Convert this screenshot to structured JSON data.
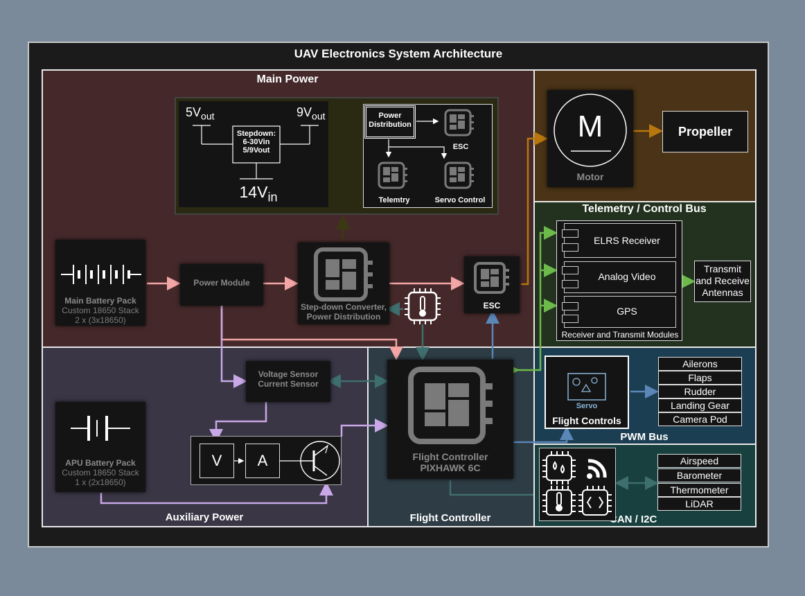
{
  "diagram": {
    "title": "UAV Electronics System Architecture",
    "regions": {
      "main_power": "Main Power",
      "auxiliary_power": "Auxiliary Power",
      "flight_controller": "Flight Controller",
      "telemetry_bus": "Telemetry / Control Bus",
      "pwm_bus": "PWM Bus",
      "can_i2c": "CAN / I2C"
    },
    "main_battery": {
      "name": "Main Battery Pack",
      "line1": "Custom 18650 Stack",
      "line2": "2 x (3x18650)"
    },
    "power_module": "Power Module",
    "stepdown": {
      "line1": "Step-down Converter,",
      "line2": "Power Distribution"
    },
    "esc_main": "ESC",
    "motor": {
      "symbol": "M",
      "label": "Motor"
    },
    "propeller": "Propeller",
    "stepdown_detail": {
      "v5": "5V",
      "v5_sub": "out",
      "v9": "9V",
      "v9_sub": "out",
      "chip": [
        "Stepdown:",
        "6-30Vin",
        "5/9Vout"
      ],
      "v14": "14V",
      "v14_sub": "in"
    },
    "power_distribution": {
      "box": [
        "Power",
        "Distribution"
      ],
      "esc": "ESC",
      "telemetry": "Telemtry",
      "servo": "Servo Control"
    },
    "telemetry_modules": {
      "items": [
        "ELRS Receiver",
        "Analog Video",
        "GPS"
      ],
      "caption": "Receiver and Transmit Modules",
      "antennas": [
        "Transmit",
        "and Receive",
        "Antennas"
      ]
    },
    "voltage_sensor": [
      "Voltage Sensor",
      "Current Sensor"
    ],
    "meters": {
      "v": "V",
      "a": "A"
    },
    "apu_battery": {
      "name": "APU Battery Pack",
      "line1": "Custom 18650 Stack",
      "line2": "1 x (2x18650)"
    },
    "flight_controller": {
      "name": "Flight Controller",
      "model": "PIXHAWK 6C"
    },
    "servo": {
      "label": "Servo",
      "caption": "Flight Controls"
    },
    "pwm_outputs": [
      "Ailerons",
      "Flaps",
      "Rudder",
      "Landing Gear",
      "Camera Pod"
    ],
    "sensors": [
      "Airspeed",
      "Barometer",
      "Thermometer",
      "LiDAR"
    ],
    "colors": {
      "main_power_bg": "#45292a",
      "aux_power_bg": "#3a3646",
      "fc_bg": "#2e3c45",
      "motor_bg": "#4a3316",
      "telemetry_bg": "#22321f",
      "pwm_bg": "#1c3e52",
      "can_bg": "#17403f",
      "pink_arrow": "#f4a6a6",
      "purple_arrow": "#c8a8e6",
      "teal_arrow": "#3f6e6e",
      "blue_arrow": "#5a86b8",
      "green_arrow": "#6cba4a",
      "orange_arrow": "#b8770e",
      "olive_arrow": "#3a3a10"
    },
    "icons": [
      "battery-icon",
      "chip-icon",
      "thermometer-chip-icon",
      "motor-icon",
      "servo-icon",
      "humidity-chip-icon",
      "wifi-icon",
      "temperature-chip-icon",
      "processor-chip-icon",
      "transistor-icon"
    ]
  }
}
